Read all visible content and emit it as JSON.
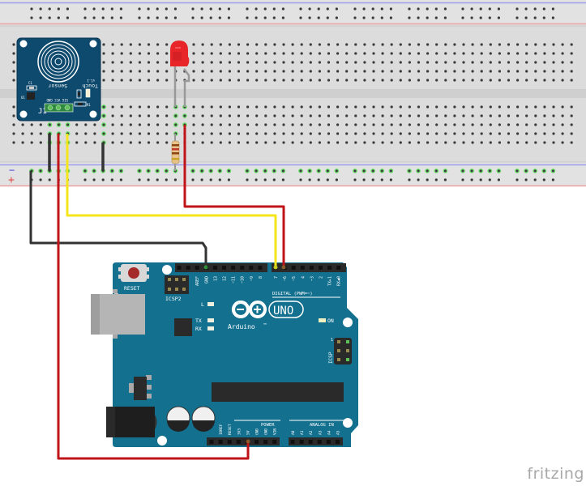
{
  "diagram": {
    "type": "breadboard-circuit",
    "watermark": "fritzing",
    "breadboard": {
      "rail_top_minus_color": "#8d8dff",
      "rail_plus_color": "#e88",
      "rail_labels": {
        "minus": "−",
        "plus": "+"
      }
    },
    "touch_sensor": {
      "labels": {
        "title1": "Touch",
        "title2": "Sensor",
        "version": "v1.1",
        "header": "J1",
        "pins": "SIG VCC GND",
        "c1": "C1",
        "u1": "U1",
        "r1": "R1",
        "d1": "D1",
        "j": "J"
      },
      "color": "#0e4a6e"
    },
    "led": {
      "color": "#e8262a"
    },
    "resistor": {
      "bands": [
        "#8b4513",
        "#c0392b",
        "#8b4513",
        "#c9a227"
      ]
    },
    "arduino": {
      "board_color": "#13708f",
      "reset_label": "RESET",
      "icsp2_label": "ICSP2",
      "icsp_label": "ICSP",
      "icsp_pin1": "1",
      "led_l": "L",
      "led_tx": "TX",
      "led_rx": "RX",
      "led_on": "ON",
      "logo_text": "Arduino",
      "uno_text": "UNO",
      "tm": "TM",
      "digital_label": "DIGITAL (PWM=~)",
      "power_label": "POWER",
      "analog_label": "ANALOG IN",
      "digital_pins": [
        "AREF",
        "GND",
        "13",
        "12",
        "~11",
        "~10",
        "~9",
        "8",
        "7",
        "~6",
        "~5",
        "4",
        "~3",
        "2",
        "TX▸1",
        "RX◀0"
      ],
      "power_pins": [
        "IOREF",
        "RESET",
        "3V3",
        "5V",
        "GND",
        "GND",
        "VIN"
      ],
      "analog_pins": [
        "A0",
        "A1",
        "A2",
        "A3",
        "A4",
        "A5"
      ]
    },
    "wires": [
      {
        "name": "sensor-gnd-to-rail",
        "color": "#333333",
        "from": "sensor GND",
        "to": "breadboard - rail"
      },
      {
        "name": "sensor-vcc-to-5v",
        "color": "#c0141a",
        "from": "sensor VCC",
        "to": "Arduino 5V"
      },
      {
        "name": "sensor-sig-to-d7",
        "color": "#f5e61b",
        "from": "sensor SIG",
        "to": "Arduino pin 7"
      },
      {
        "name": "rail-gnd-to-arduino-gnd",
        "color": "#333333",
        "from": "breadboard - rail",
        "to": "Arduino GND"
      },
      {
        "name": "led-to-d6",
        "color": "#c0141a",
        "from": "LED anode",
        "to": "Arduino pin 6"
      },
      {
        "name": "jumper-gnd",
        "color": "#333333",
        "from": "breadboard column",
        "to": "breadboard - rail"
      }
    ]
  }
}
